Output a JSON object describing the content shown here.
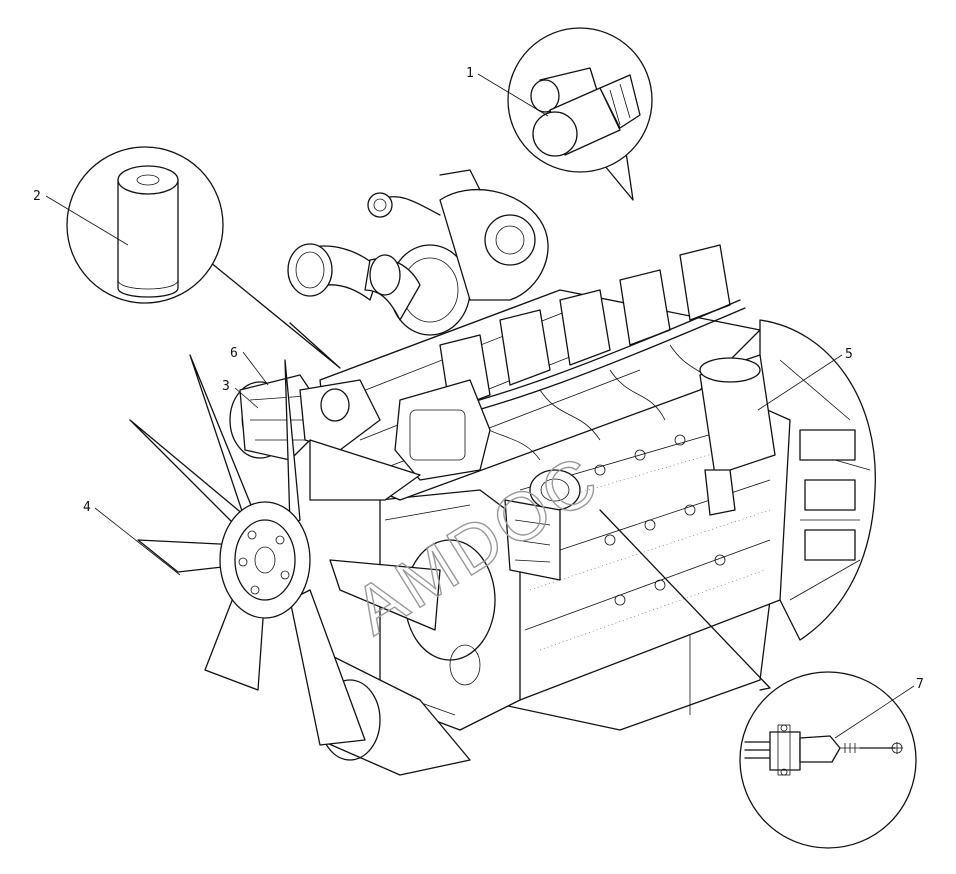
{
  "callouts": [
    {
      "id": "1",
      "label": "1"
    },
    {
      "id": "2",
      "label": "2"
    },
    {
      "id": "3",
      "label": "3"
    },
    {
      "id": "4",
      "label": "4"
    },
    {
      "id": "5",
      "label": "5"
    },
    {
      "id": "6",
      "label": "6"
    },
    {
      "id": "7",
      "label": "7"
    }
  ],
  "watermark": "AMDOC"
}
